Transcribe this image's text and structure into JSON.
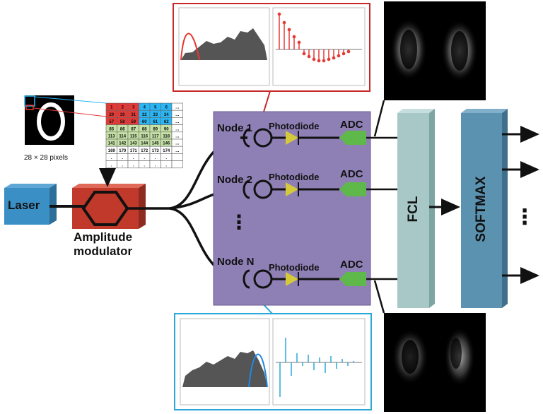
{
  "labels": {
    "laser": "Laser",
    "modulator_line1": "Amplitude",
    "modulator_line2": "modulator",
    "pixels": "28 × 28 pixels",
    "node1": "Node 1",
    "node2": "Node 2",
    "nodeN": "Node N",
    "photodiode": "Photodiode",
    "adc": "ADC",
    "fcl": "FCL",
    "softmax": "SOFTMAX",
    "vdots": "⋮",
    "output_dots": "⋮"
  },
  "pixel_table": {
    "rows": [
      [
        "1",
        "2",
        "3",
        "4",
        "5",
        "6",
        "..."
      ],
      [
        "29",
        "30",
        "31",
        "32",
        "33",
        "34",
        "..."
      ],
      [
        "57",
        "58",
        "59",
        "60",
        "61",
        "62",
        "..."
      ],
      [
        "85",
        "86",
        "87",
        "88",
        "89",
        "90",
        "..."
      ],
      [
        "113",
        "114",
        "115",
        "116",
        "117",
        "118",
        "..."
      ],
      [
        "141",
        "142",
        "143",
        "144",
        "145",
        "146",
        "..."
      ],
      [
        "169",
        "170",
        "171",
        "172",
        "173",
        "174",
        "..."
      ],
      [
        ".",
        ".",
        ".",
        ".",
        ".",
        ".",
        ""
      ],
      [
        ".",
        ".",
        ".",
        ".",
        ".",
        ".",
        ""
      ]
    ]
  },
  "colors": {
    "laser": "#3a8fc4",
    "modulator": "#c0392b",
    "node_panel": "#8e7fb5",
    "photodiode": "#d4c93a",
    "adc": "#5fb84a",
    "fcl": "#a8c8c8",
    "softmax": "#5b92b0",
    "top_inset_border": "#c62828",
    "bottom_inset_border": "#29a8d8",
    "table_red": "#e53935",
    "table_blue": "#29b6f6",
    "table_green": "#c5e1a5"
  }
}
